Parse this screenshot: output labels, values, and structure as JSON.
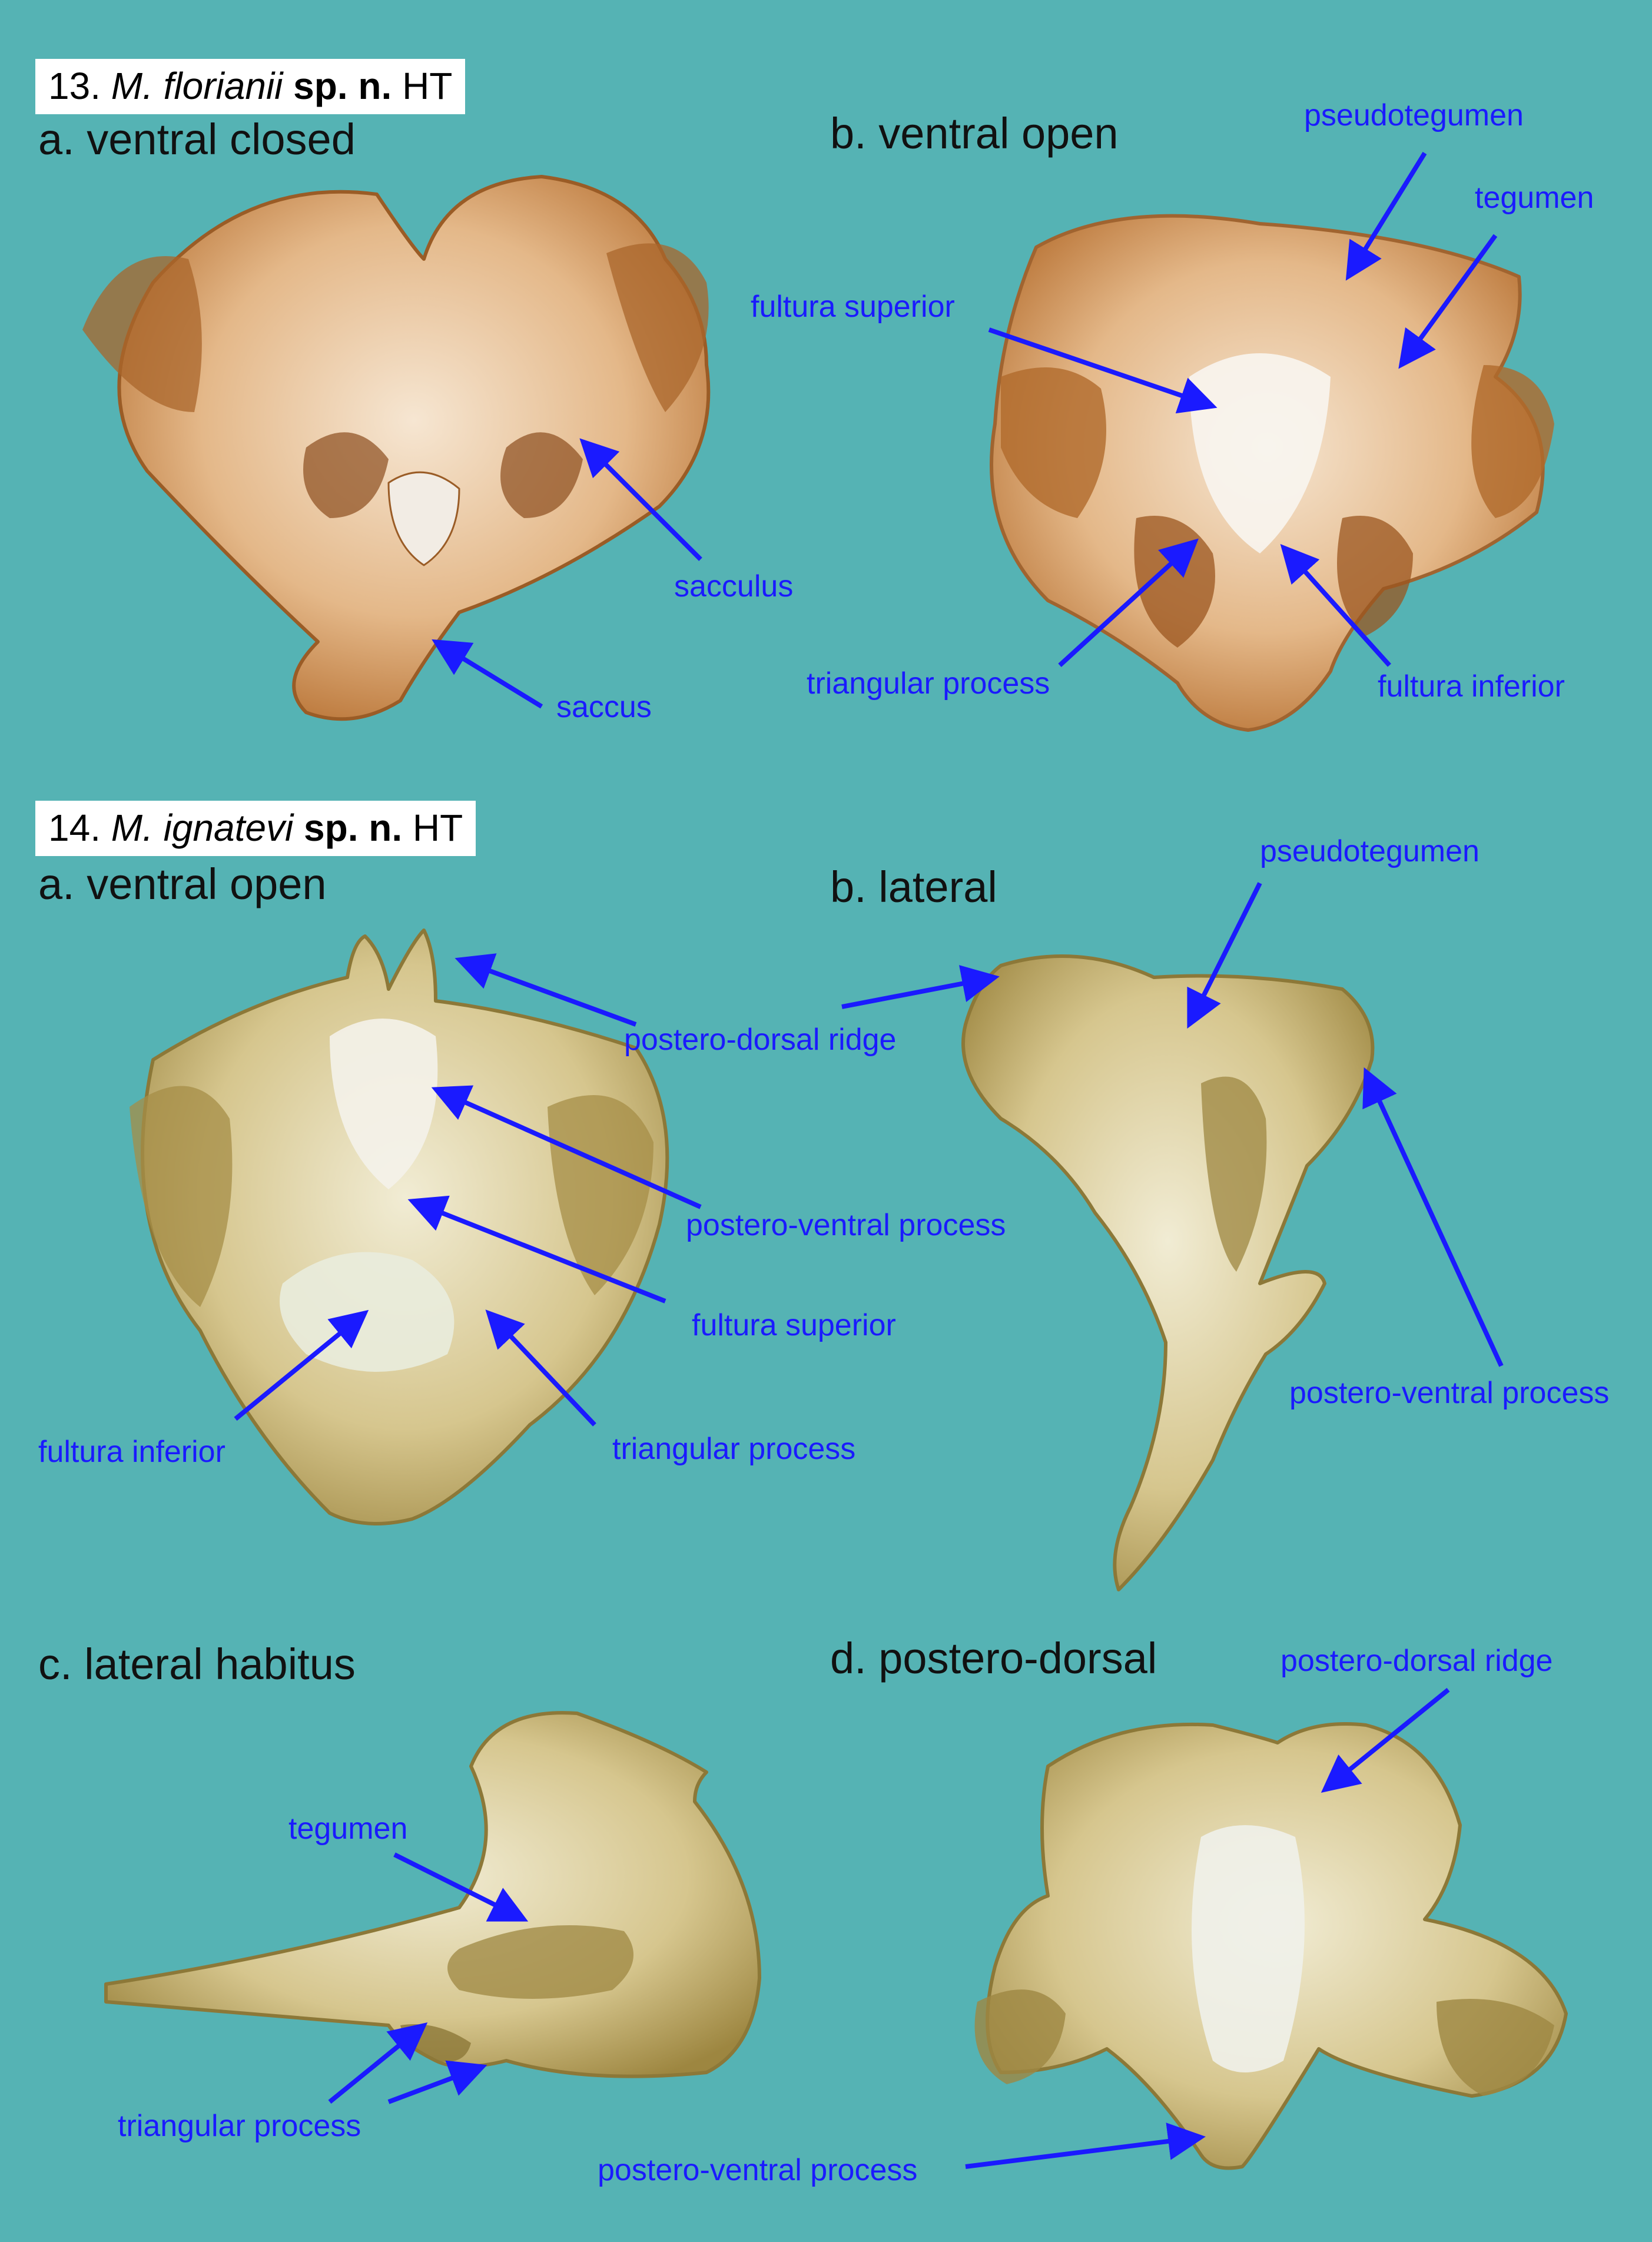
{
  "colors": {
    "background": "#55b3b4",
    "label": "#1a1aff",
    "arrow": "#1a1aff",
    "specimen_amber": "#c88b4c",
    "specimen_olive": "#b9a463"
  },
  "fig13": {
    "number": "13.",
    "genus": "M. florianii",
    "status": "sp. n.",
    "type": "HT",
    "panel_a": "a. ventral closed",
    "panel_b": "b. ventral open",
    "labels": {
      "sacculus": "sacculus",
      "saccus": "saccus",
      "pseudotegumen": "pseudotegumen",
      "tegumen": "tegumen",
      "fultura_superior": "fultura superior",
      "triangular_process": "triangular process",
      "fultura_inferior": "fultura inferior"
    }
  },
  "fig14": {
    "number": "14.",
    "genus": "M. ignatevi",
    "status": "sp. n.",
    "type": "HT",
    "panel_a": "a. ventral open",
    "panel_b": "b. lateral",
    "panel_c": "c. lateral habitus",
    "panel_d": "d. postero-dorsal",
    "labels": {
      "pseudotegumen": "pseudotegumen",
      "postero_dorsal_ridge_1": "postero-dorsal ridge",
      "postero_ventral_process_1": "postero-ventral process",
      "fultura_superior": "fultura superior",
      "fultura_inferior": "fultura inferior",
      "triangular_process_1": "triangular process",
      "postero_ventral_process_2": "postero-ventral process",
      "tegumen": "tegumen",
      "triangular_process_2": "triangular process",
      "postero_dorsal_ridge_2": "postero-dorsal ridge",
      "postero_ventral_process_3": "postero-ventral process"
    }
  }
}
